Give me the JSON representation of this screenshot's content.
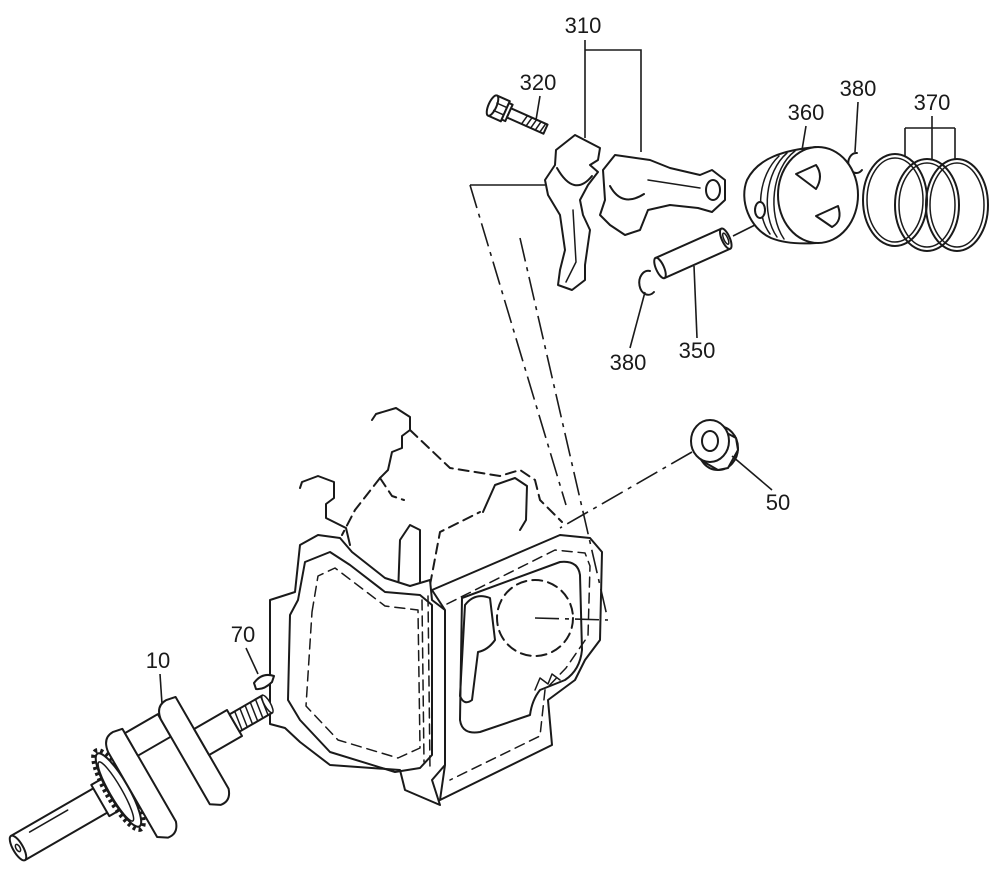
{
  "callouts": [
    "310",
    "320",
    "380",
    "360",
    "370",
    "380",
    "350",
    "50",
    "70",
    "10"
  ],
  "colors": {
    "line": "#1a1a1a",
    "background": "#ffffff"
  }
}
